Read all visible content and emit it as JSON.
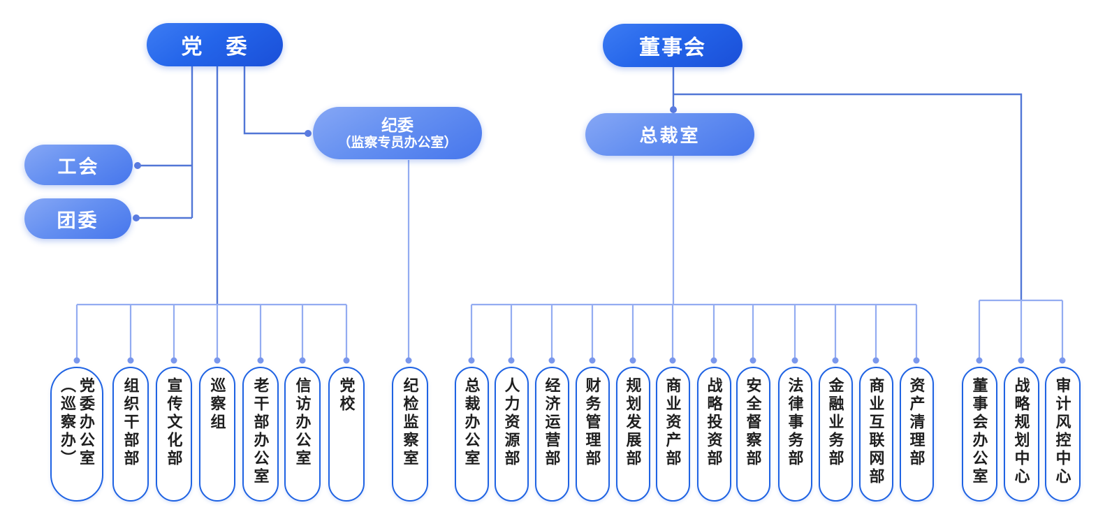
{
  "chart_data": {
    "type": "org-chart",
    "title": "",
    "org": {
      "party_committee": {
        "label": "党　委"
      },
      "union": {
        "label": "工会"
      },
      "youth_league": {
        "label": "团委"
      },
      "discipline": {
        "line1": "纪委",
        "line2": "（监察专员办公室）",
        "children": [
          "纪检监察室"
        ]
      },
      "party_departments": [
        "党委办公室\n（巡察办）",
        "组织干部部",
        "宣传文化部",
        "巡察组",
        "老干部办公室",
        "信访办公室",
        "党校"
      ],
      "board": {
        "label": "董事会"
      },
      "president_office": {
        "label": "总裁室"
      },
      "president_departments": [
        "总裁办公室",
        "人力资源部",
        "经济运营部",
        "财务管理部",
        "规划发展部",
        "商业资产部",
        "战略投资部",
        "安全督察部",
        "法律事务部",
        "金融业务部",
        "商业互联网部",
        "资产清理部"
      ],
      "board_departments": [
        "董事会办公室",
        "战略规划中心",
        "审计风控中心"
      ]
    },
    "colors": {
      "primary_pill_gradient_start": "#3d7cf3",
      "primary_pill_gradient_end": "#1a4fd8",
      "secondary_pill_gradient_start": "#86a7f5",
      "secondary_pill_gradient_end": "#4676ec",
      "pill_border": "#1f63e3",
      "line_dark": "#5176d6",
      "line_light": "#93acf1",
      "dot": "#7a97ec",
      "dot_dark": "#5b7ce0",
      "text": "#1f1f1f"
    }
  }
}
